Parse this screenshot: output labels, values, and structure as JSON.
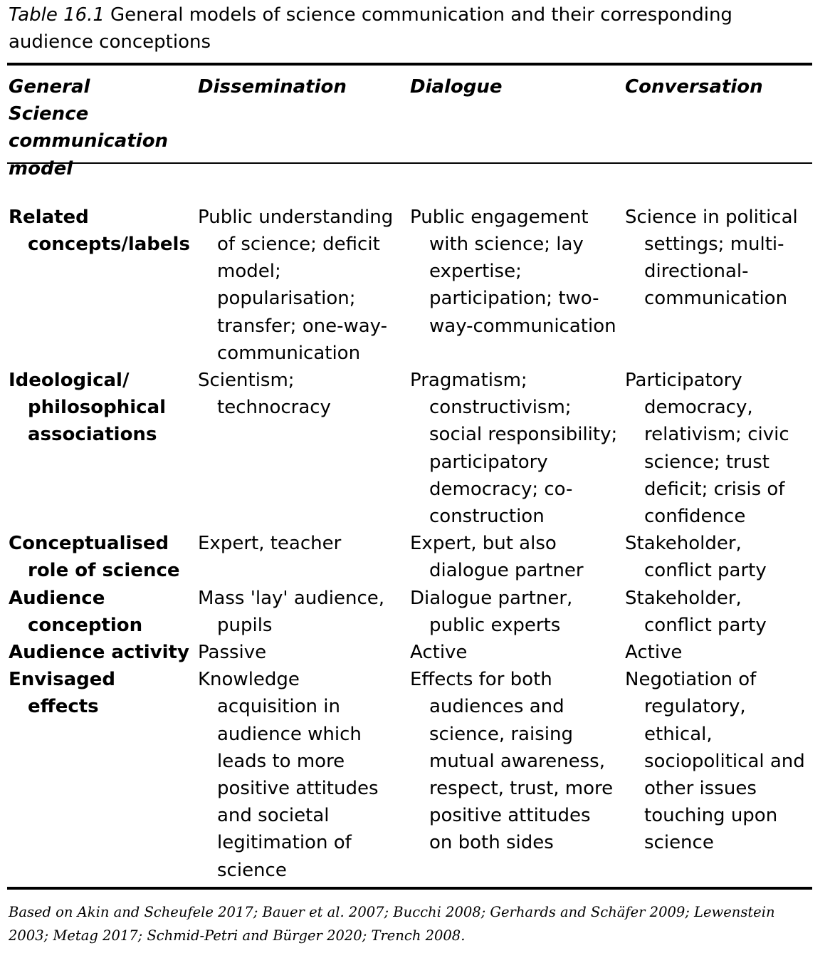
{
  "caption": {
    "label": "Table 16.1",
    "title": "General models of science communication and their corresponding audience conceptions"
  },
  "columns": [
    "General Science communication model",
    "Dissemination",
    "Dialogue",
    "Conversation"
  ],
  "rows": [
    {
      "label": "Related concepts/labels",
      "cells": [
        "Public understanding of science; deficit model; popularisation; transfer; one-way-communication",
        "Public engagement with science; lay expertise; participation; two-way-communication",
        "Science in political settings; multi-directional-communication"
      ]
    },
    {
      "label": "Ideological/ philosophical associations",
      "cells": [
        "Scientism; technocracy",
        "Pragmatism; constructivism; social responsibility; participatory democracy; co-construction",
        "Participatory democracy, relativism; civic science; trust deficit; crisis of confidence"
      ]
    },
    {
      "label": "Conceptualised role of science",
      "cells": [
        "Expert, teacher",
        "Expert, but also dialogue partner",
        "Stakeholder, conflict party"
      ]
    },
    {
      "label": "Audience conception",
      "cells": [
        "Mass 'lay' audience, pupils",
        "Dialogue partner, public experts",
        "Stakeholder, conflict party"
      ]
    },
    {
      "label": "Audience activity",
      "cells": [
        "Passive",
        "Active",
        "Active"
      ]
    },
    {
      "label": "Envisaged effects",
      "cells": [
        "Knowledge acquisition in audience which leads to more positive attitudes and societal legitimation of science",
        "Effects for both audiences and science, raising mutual awareness, respect, trust, more positive attitudes on both sides",
        "Negotiation of regulatory, ethical, sociopolitical and other issues touching upon science"
      ]
    }
  ],
  "footnote": "Based on Akin and Scheufele 2017; Bauer et al. 2007; Bucchi 2008; Gerhards and Schäfer 2009; Lewenstein 2003; Metag 2017; Schmid-Petri and Bürger 2020; Trench 2008."
}
